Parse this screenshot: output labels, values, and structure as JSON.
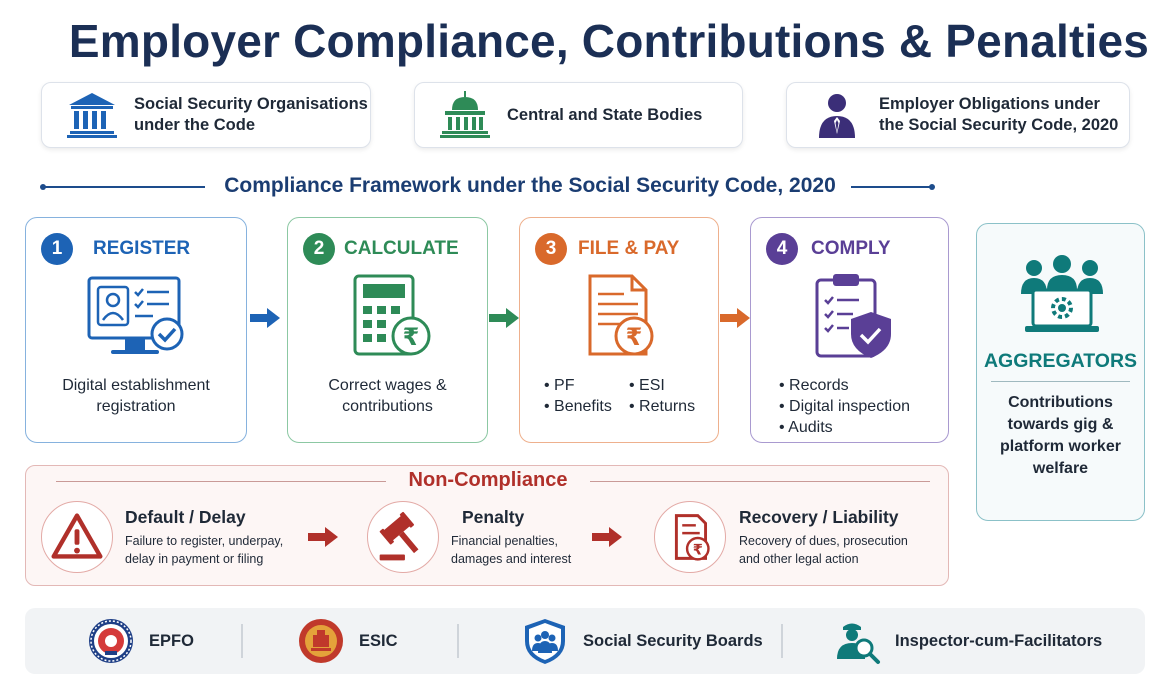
{
  "title": "Employer Compliance, Contributions & Penalties",
  "top_cards": [
    {
      "icon": "bank-building-icon",
      "line1": "Social Security Organisations",
      "line2": "under the Code"
    },
    {
      "icon": "government-dome-icon",
      "line1": "Central and State Bodies",
      "line2": ""
    },
    {
      "icon": "employer-person-icon",
      "line1": "Employer Obligations under",
      "line2": "the Social Security Code, 2020"
    }
  ],
  "framework_title": "Compliance Framework under the Social Security Code, 2020",
  "steps": [
    {
      "num": "1",
      "title": "REGISTER",
      "icon": "monitor-registration-icon",
      "desc1": "Digital establishment",
      "desc2": "registration",
      "color": "#1d63b5"
    },
    {
      "num": "2",
      "title": "CALCULATE",
      "icon": "calculator-rupee-icon",
      "desc1": "Correct wages &",
      "desc2": "contributions",
      "color": "#2e8b57"
    },
    {
      "num": "3",
      "title": "FILE & PAY",
      "icon": "document-rupee-icon",
      "bullets_left": [
        "PF",
        "Benefits"
      ],
      "bullets_right": [
        "ESI",
        "Returns"
      ],
      "color": "#d9692b"
    },
    {
      "num": "4",
      "title": "COMPLY",
      "icon": "clipboard-shield-icon",
      "bullets": [
        "Records",
        "Digital inspection",
        "Audits"
      ],
      "color": "#5a3f96"
    }
  ],
  "aggregators": {
    "title": "AGGREGATORS",
    "icon": "group-laptop-gear-icon",
    "desc": [
      "Contributions",
      "towards gig &",
      "platform worker",
      "welfare"
    ]
  },
  "non_compliance": {
    "title": "Non-Compliance",
    "items": [
      {
        "icon": "warning-triangle-icon",
        "title": "Default / Delay",
        "line1": "Failure to register, underpay,",
        "line2": "delay in payment or filing"
      },
      {
        "icon": "gavel-icon",
        "title": "Penalty",
        "line1": "Financial penalties,",
        "line2": "damages and interest"
      },
      {
        "icon": "rupee-document-icon",
        "title": "Recovery / Liability",
        "line1": "Recovery of dues, prosecution",
        "line2": "and other legal action"
      }
    ]
  },
  "bottom_items": [
    {
      "icon": "epfo-logo-icon",
      "label": "EPFO"
    },
    {
      "icon": "esic-logo-icon",
      "label": "ESIC"
    },
    {
      "icon": "social-security-boards-icon",
      "label": "Social Security Boards"
    },
    {
      "icon": "inspector-search-icon",
      "label": "Inspector-cum-Facilitators"
    }
  ],
  "colors": {
    "navy": "#1b2f55",
    "register": "#1d63b5",
    "calculate": "#2e8b57",
    "file_pay": "#d9692b",
    "comply": "#5a3f96",
    "aggregator": "#0f7a7a",
    "penalty": "#b0302a"
  }
}
